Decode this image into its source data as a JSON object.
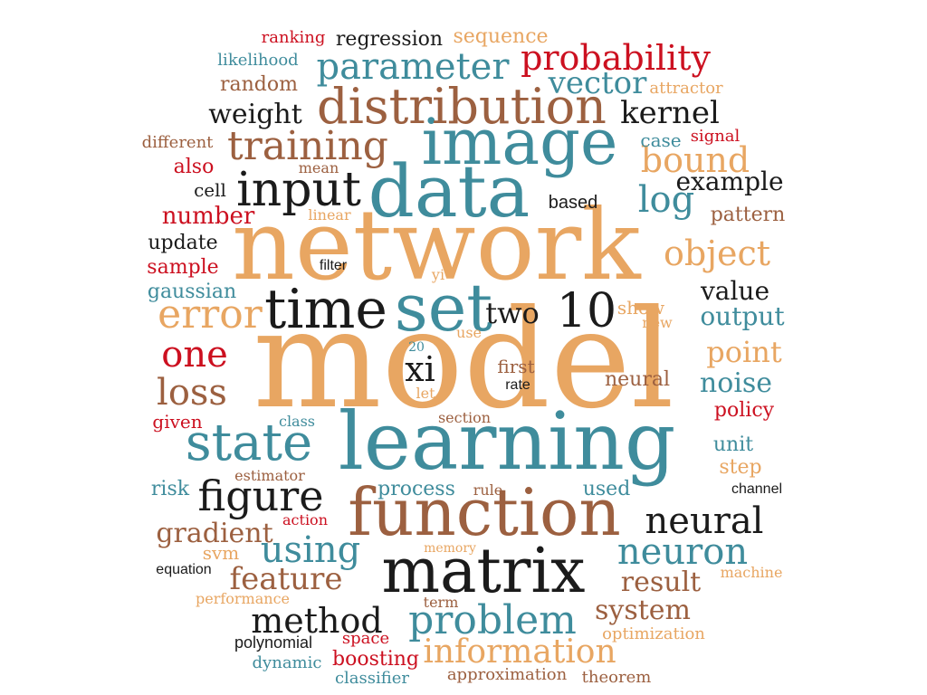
{
  "palette": {
    "orange": "#E8A662",
    "teal": "#3F8C9C",
    "brown": "#9C6040",
    "black": "#1B1B1B",
    "red": "#CC1020"
  },
  "words": [
    {
      "text": "model",
      "color": "orange"
    },
    {
      "text": "network",
      "color": "orange"
    },
    {
      "text": "learning",
      "color": "teal"
    },
    {
      "text": "function",
      "color": "brown"
    },
    {
      "text": "data",
      "color": "teal"
    },
    {
      "text": "image",
      "color": "teal"
    },
    {
      "text": "matrix",
      "color": "black"
    },
    {
      "text": "set",
      "color": "teal"
    },
    {
      "text": "time",
      "color": "black"
    },
    {
      "text": "distribution",
      "color": "brown"
    },
    {
      "text": "state",
      "color": "teal"
    },
    {
      "text": "input",
      "color": "black"
    },
    {
      "text": "training",
      "color": "brown"
    },
    {
      "text": "parameter",
      "color": "teal"
    },
    {
      "text": "probability",
      "color": "red"
    },
    {
      "text": "problem",
      "color": "teal"
    },
    {
      "text": "figure",
      "color": "black"
    },
    {
      "text": "using",
      "color": "teal"
    },
    {
      "text": "neuron",
      "color": "teal"
    },
    {
      "text": "method",
      "color": "black"
    },
    {
      "text": "neural",
      "color": "black"
    },
    {
      "text": "error",
      "color": "orange"
    },
    {
      "text": "10",
      "color": "black"
    },
    {
      "text": "object",
      "color": "orange"
    },
    {
      "text": "information",
      "color": "orange"
    },
    {
      "text": "feature",
      "color": "brown"
    },
    {
      "text": "log",
      "color": "teal"
    },
    {
      "text": "bound",
      "color": "orange"
    },
    {
      "text": "loss",
      "color": "brown"
    },
    {
      "text": "one",
      "color": "red"
    },
    {
      "text": "xi",
      "color": "black"
    },
    {
      "text": "gradient",
      "color": "brown"
    },
    {
      "text": "result",
      "color": "brown"
    },
    {
      "text": "vector",
      "color": "teal"
    },
    {
      "text": "kernel",
      "color": "black"
    },
    {
      "text": "two",
      "color": "black"
    },
    {
      "text": "point",
      "color": "orange"
    },
    {
      "text": "system",
      "color": "brown"
    },
    {
      "text": "weight",
      "color": "black"
    },
    {
      "text": "noise",
      "color": "teal"
    },
    {
      "text": "output",
      "color": "teal"
    },
    {
      "text": "value",
      "color": "black"
    },
    {
      "text": "example",
      "color": "black"
    },
    {
      "text": "regression",
      "color": "black"
    },
    {
      "text": "sequence",
      "color": "orange"
    },
    {
      "text": "number",
      "color": "red"
    },
    {
      "text": "random",
      "color": "brown"
    },
    {
      "text": "ranking",
      "color": "red"
    },
    {
      "text": "likelihood",
      "color": "teal"
    },
    {
      "text": "attractor",
      "color": "orange"
    },
    {
      "text": "case",
      "color": "teal"
    },
    {
      "text": "signal",
      "color": "red"
    },
    {
      "text": "different",
      "color": "brown"
    },
    {
      "text": "mean",
      "color": "brown"
    },
    {
      "text": "also",
      "color": "red"
    },
    {
      "text": "cell",
      "color": "black"
    },
    {
      "text": "based",
      "color": "black"
    },
    {
      "text": "pattern",
      "color": "brown"
    },
    {
      "text": "linear",
      "color": "orange"
    },
    {
      "text": "update",
      "color": "black"
    },
    {
      "text": "sample",
      "color": "red"
    },
    {
      "text": "filter",
      "color": "black"
    },
    {
      "text": "yi",
      "color": "orange"
    },
    {
      "text": "gaussian",
      "color": "teal"
    },
    {
      "text": "show",
      "color": "orange"
    },
    {
      "text": "new",
      "color": "orange"
    },
    {
      "text": "use",
      "color": "orange"
    },
    {
      "text": "20",
      "color": "teal"
    },
    {
      "text": "first",
      "color": "brown"
    },
    {
      "text": "rate",
      "color": "black"
    },
    {
      "text": "let",
      "color": "orange"
    },
    {
      "text": "neural",
      "color": "brown"
    },
    {
      "text": "policy",
      "color": "red"
    },
    {
      "text": "given",
      "color": "red"
    },
    {
      "text": "class",
      "color": "teal"
    },
    {
      "text": "section",
      "color": "brown"
    },
    {
      "text": "unit",
      "color": "teal"
    },
    {
      "text": "step",
      "color": "orange"
    },
    {
      "text": "estimator",
      "color": "brown"
    },
    {
      "text": "risk",
      "color": "teal"
    },
    {
      "text": "process",
      "color": "teal"
    },
    {
      "text": "rule",
      "color": "brown"
    },
    {
      "text": "used",
      "color": "teal"
    },
    {
      "text": "channel",
      "color": "black"
    },
    {
      "text": "action",
      "color": "red"
    },
    {
      "text": "svm",
      "color": "orange"
    },
    {
      "text": "memory",
      "color": "orange"
    },
    {
      "text": "machine",
      "color": "orange"
    },
    {
      "text": "equation",
      "color": "black"
    },
    {
      "text": "performance",
      "color": "orange"
    },
    {
      "text": "term",
      "color": "brown"
    },
    {
      "text": "optimization",
      "color": "orange"
    },
    {
      "text": "polynomial",
      "color": "black"
    },
    {
      "text": "space",
      "color": "red"
    },
    {
      "text": "boosting",
      "color": "red"
    },
    {
      "text": "dynamic",
      "color": "teal"
    },
    {
      "text": "classifier",
      "color": "teal"
    },
    {
      "text": "approximation",
      "color": "brown"
    },
    {
      "text": "theorem",
      "color": "brown"
    }
  ]
}
